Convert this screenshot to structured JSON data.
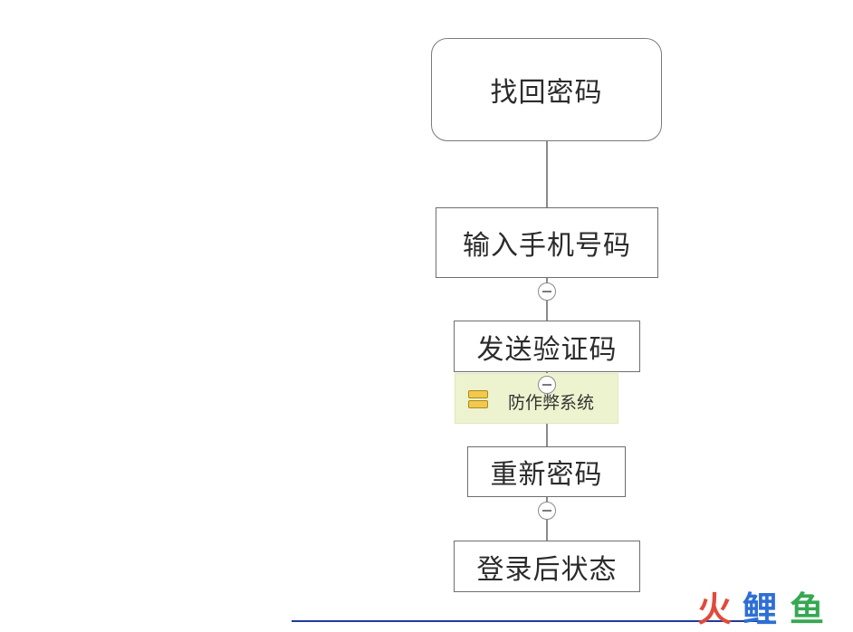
{
  "diagram": {
    "nodes": [
      {
        "id": "root",
        "label": "找回密码"
      },
      {
        "id": "phone",
        "label": "输入手机号码"
      },
      {
        "id": "code",
        "label": "发送验证码"
      },
      {
        "id": "reset",
        "label": "重新密码"
      },
      {
        "id": "login",
        "label": "登录后状态"
      }
    ],
    "attachment": {
      "label": "防作弊系统",
      "icon": "database-icon"
    },
    "edges": [
      [
        "root",
        "phone"
      ],
      [
        "phone",
        "code"
      ],
      [
        "code",
        "reset"
      ],
      [
        "reset",
        "login"
      ]
    ]
  },
  "watermark": {
    "chars": [
      "火",
      "鲤",
      "鱼"
    ]
  },
  "colors": {
    "border": "#6e6e6e",
    "attachment_bg": "#eef3cf",
    "rule": "#1f3a9a"
  }
}
